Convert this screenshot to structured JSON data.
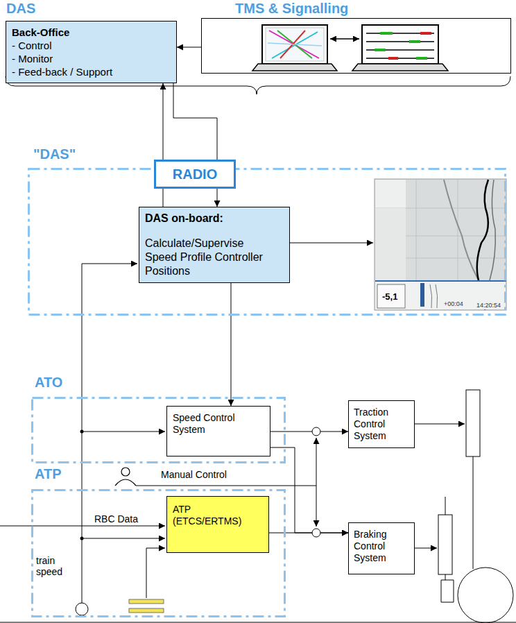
{
  "diagram": {
    "nodes": [
      {
        "text": [
          "DAS",
          "Back-Office",
          "- Control",
          "- Monitor",
          "- Feed-back / Support"
        ]
      },
      {
        "text": [
          "TMS & Signalling"
        ]
      },
      {
        "text": [
          "\"DAS\""
        ]
      },
      {
        "text": [
          "RADIO"
        ]
      },
      {
        "text": [
          "DAS on-board:",
          "Calculate/Supervise Speed Profile Controller Positions"
        ],
        "in": 2
      },
      {
        "text": [
          "ATO"
        ]
      },
      {
        "text": [
          "Speed Control System"
        ],
        "in": 5
      },
      {
        "text": [
          "ATP"
        ]
      },
      {
        "text": [
          "ATP (ETCS/ERTMS)"
        ],
        "in": 7
      },
      {
        "text": [
          "Traction Control System"
        ]
      },
      {
        "text": [
          "Braking Control System"
        ]
      }
    ],
    "edges": [
      {
        "from": 1,
        "to": 0,
        "arrow": "to"
      },
      {
        "from": 4,
        "to": 3,
        "arrow": "none"
      },
      {
        "from": 3,
        "to": 0,
        "arrow": "to"
      },
      {
        "from": 0,
        "to": 3,
        "arrow": "none"
      },
      {
        "from": 3,
        "to": 4,
        "arrow": "to"
      },
      {
        "from": 4,
        "to": 6,
        "arrow": "to"
      },
      {
        "from": 6,
        "to": 9,
        "arrow": "to"
      },
      {
        "from": 6,
        "to": 10,
        "arrow": "to"
      },
      {
        "from": 8,
        "to": 10,
        "arrow": "to"
      }
    ],
    "labels": [
      "Manual Control",
      "RBC Data",
      "train speed",
      "-5,1",
      "+00:04",
      "14:20:54"
    ]
  }
}
